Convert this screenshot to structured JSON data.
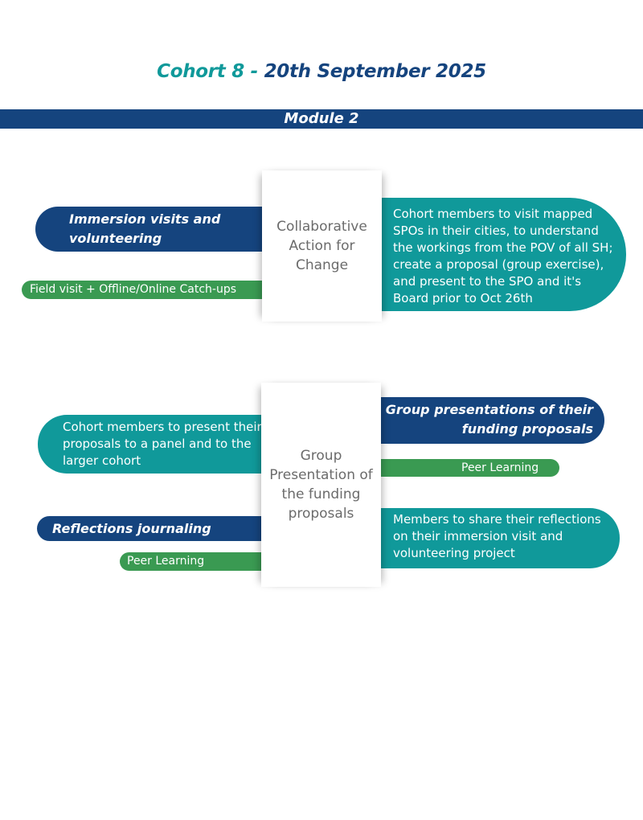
{
  "header": {
    "title_part1": "Cohort 8 - ",
    "title_part2": "20th September 2025",
    "module": "Module 2"
  },
  "section1": {
    "center": "Collaborative Action for Change",
    "left_title": "Immersion visits and volunteering",
    "left_tag": "Field visit + Offline/Online Catch-ups",
    "right_description": "Cohort members to visit mapped SPOs in their cities, to understand the workings from the POV of all SH; create a proposal (group exercise), and present to the SPO and it's Board prior to Oct 26th"
  },
  "section2": {
    "center": "Group Presentation of the funding proposals",
    "left_description": "Cohort members to present their proposals to a panel and to the larger cohort",
    "right_title": "Group presentations of their funding proposals",
    "right_tag": "Peer Learning",
    "left_title": "Reflections journaling",
    "left_tag": "Peer Learning",
    "right_description": "Members to share their reflections on their immersion visit and volunteering project"
  },
  "colors": {
    "navy": "#15447e",
    "teal": "#10999a",
    "green": "#3a9a52"
  }
}
